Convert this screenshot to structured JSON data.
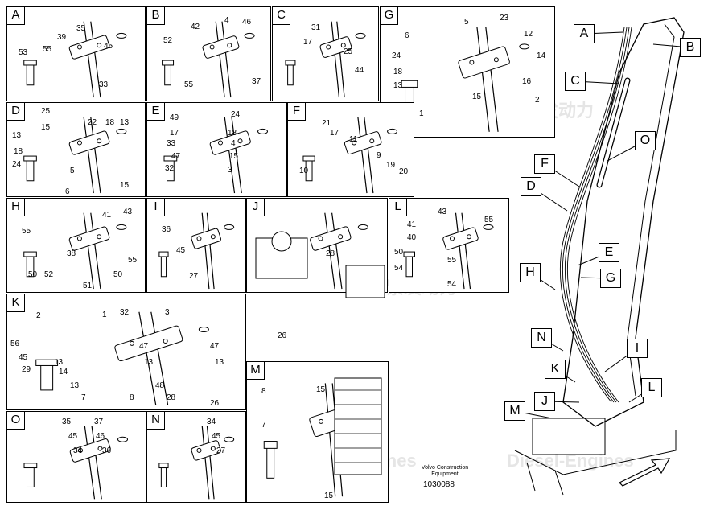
{
  "panels": [
    {
      "id": "A",
      "labels": [
        "53",
        "55",
        "39",
        "35",
        "45",
        "33"
      ]
    },
    {
      "id": "B",
      "labels": [
        "52",
        "42",
        "4",
        "46",
        "55",
        "37"
      ]
    },
    {
      "id": "C",
      "labels": [
        "31",
        "17",
        "25",
        "44"
      ]
    },
    {
      "id": "G",
      "labels": [
        "5",
        "23",
        "12",
        "6",
        "24",
        "14",
        "18",
        "13",
        "16",
        "15",
        "2",
        "1"
      ]
    },
    {
      "id": "D",
      "labels": [
        "25",
        "15",
        "22",
        "18",
        "13",
        "13",
        "18",
        "24",
        "5",
        "6",
        "15"
      ]
    },
    {
      "id": "E",
      "labels": [
        "49",
        "17",
        "33",
        "47",
        "32",
        "24",
        "18",
        "4",
        "15",
        "3"
      ]
    },
    {
      "id": "F",
      "labels": [
        "21",
        "17",
        "11",
        "9",
        "19",
        "20",
        "10"
      ]
    },
    {
      "id": "H",
      "labels": [
        "55",
        "38",
        "41",
        "43",
        "55",
        "50",
        "52",
        "51",
        "50"
      ]
    },
    {
      "id": "I",
      "labels": [
        "36",
        "45",
        "27"
      ]
    },
    {
      "id": "J",
      "labels": [
        "28",
        "26"
      ]
    },
    {
      "id": "L",
      "labels": [
        "43",
        "41",
        "40",
        "55",
        "50",
        "55",
        "54",
        "54"
      ]
    },
    {
      "id": "K",
      "labels": [
        "2",
        "1",
        "32",
        "3",
        "56",
        "45",
        "29",
        "7",
        "13",
        "14",
        "13",
        "8",
        "47",
        "13",
        "48",
        "28",
        "47",
        "13",
        "26"
      ]
    },
    {
      "id": "M",
      "labels": [
        "8",
        "15",
        "7",
        "15"
      ]
    },
    {
      "id": "O",
      "labels": [
        "35",
        "45",
        "34",
        "37",
        "46",
        "36"
      ]
    },
    {
      "id": "N",
      "labels": [
        "34",
        "45",
        "27"
      ]
    }
  ],
  "callouts": [
    "A",
    "B",
    "C",
    "O",
    "F",
    "D",
    "E",
    "H",
    "G",
    "N",
    "I",
    "K",
    "L",
    "J",
    "M"
  ],
  "footer": {
    "company_line1": "Volvo Construction",
    "company_line2": "Equipment",
    "drawing_number": "1030088"
  },
  "watermark": {
    "cn": "紫发动力",
    "en": "Diesel-Engines"
  }
}
